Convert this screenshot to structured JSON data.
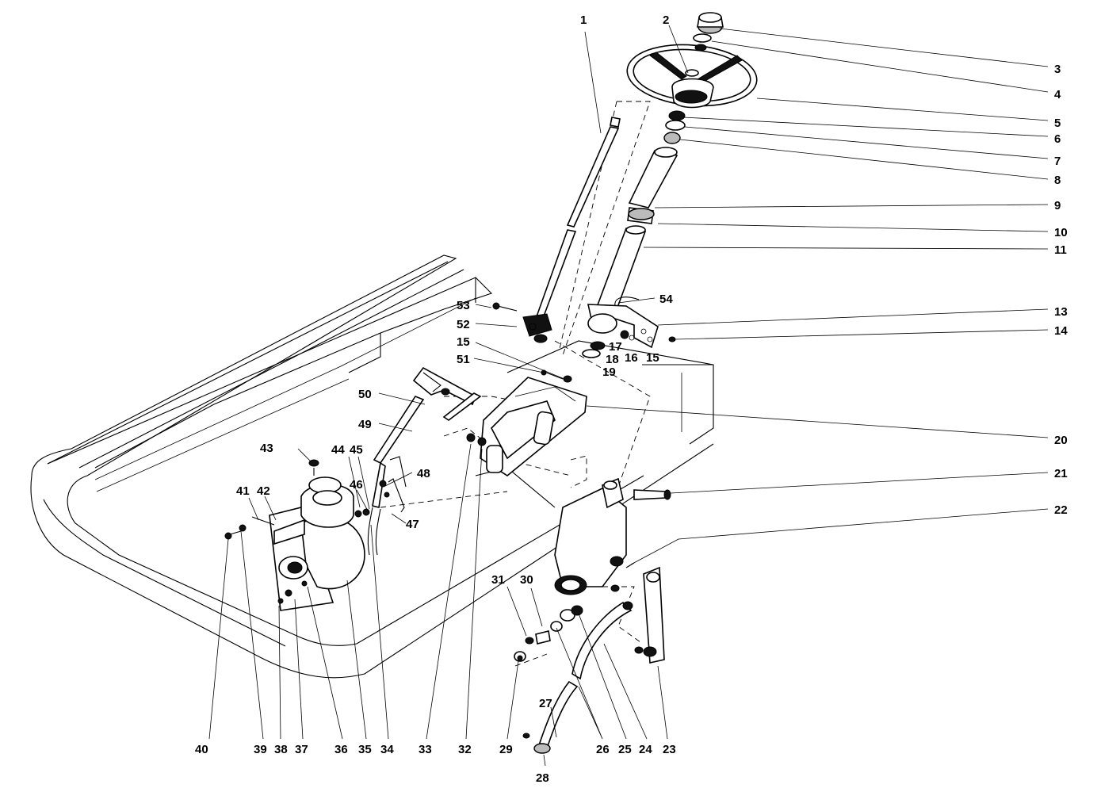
{
  "figure": {
    "callouts": [
      "1",
      "2",
      "3",
      "4",
      "5",
      "6",
      "7",
      "8",
      "9",
      "10",
      "11",
      "13",
      "14",
      "15",
      "16",
      "17",
      "18",
      "19",
      "15",
      "51",
      "53",
      "52",
      "54",
      "20",
      "21",
      "22",
      "50",
      "49",
      "43",
      "44",
      "45",
      "46",
      "48",
      "47",
      "41",
      "42",
      "31",
      "30",
      "27",
      "28",
      "40",
      "39",
      "38",
      "37",
      "36",
      "35",
      "34",
      "33",
      "32",
      "29",
      "26",
      "25",
      "24",
      "23"
    ]
  }
}
